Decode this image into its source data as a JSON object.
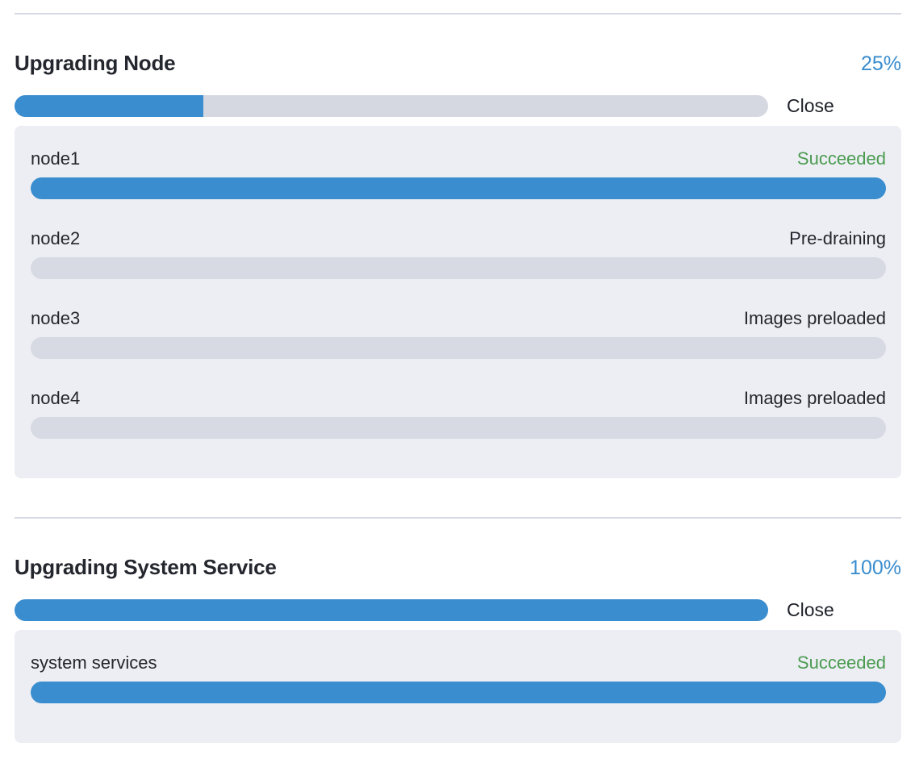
{
  "colors": {
    "accent_blue": "#3a8dce",
    "success_green": "#4b9b50",
    "track_gray": "#d6d8e1",
    "panel_background": "#eceef3",
    "divider_gray": "#d7d9e2",
    "text_dark": "#24272e"
  },
  "sections": [
    {
      "title": "Upgrading Node",
      "percent_label": "25%",
      "percent_value": 25,
      "close_label": "Close",
      "items": [
        {
          "name": "node1",
          "status": "Succeeded",
          "status_type": "success",
          "progress": 100
        },
        {
          "name": "node2",
          "status": "Pre-draining",
          "status_type": "normal",
          "progress": 0
        },
        {
          "name": "node3",
          "status": "Images preloaded",
          "status_type": "normal",
          "progress": 0
        },
        {
          "name": "node4",
          "status": "Images preloaded",
          "status_type": "normal",
          "progress": 0
        }
      ]
    },
    {
      "title": "Upgrading System Service",
      "percent_label": "100%",
      "percent_value": 100,
      "close_label": "Close",
      "items": [
        {
          "name": "system services",
          "status": "Succeeded",
          "status_type": "success",
          "progress": 100
        }
      ]
    }
  ]
}
